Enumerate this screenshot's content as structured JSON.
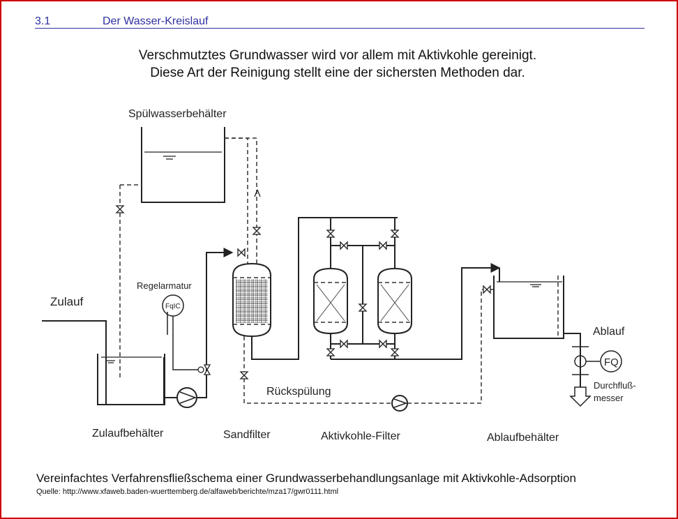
{
  "header": {
    "section_number": "3.1",
    "section_title": "Der Wasser-Kreislauf"
  },
  "intro": {
    "line1": "Verschmutztes Grundwasser wird vor allem mit Aktivkohle gereinigt.",
    "line2": "Diese Art der Reinigung stellt eine der sichersten Methoden dar."
  },
  "diagram": {
    "labels": {
      "spuelwasser": "Spülwasserbehälter",
      "regelarmatur": "Regelarmatur",
      "fqic": "FqIC",
      "zulauf": "Zulauf",
      "zulaufbehaelter": "Zulaufbehälter",
      "sandfilter": "Sandfilter",
      "aktivkohle": "Aktivkohle-Filter",
      "ablaufbehaelter": "Ablaufbehälter",
      "rueckspuelung": "Rückspülung",
      "ablauf": "Ablauf",
      "fq": "FQ",
      "durchfluss1": "Durchfluß-",
      "durchfluss2": "messer"
    }
  },
  "caption": "Vereinfachtes Verfahrensfließschema einer Grundwasserbehandlungsanlage mit Aktivkohle-Adsorption",
  "source": "Quelle: http://www.xfaweb.baden-wuerttemberg.de/alfaweb/berichte/mza17/gwr0111.html",
  "colors": {
    "border": "#cc0000",
    "header": "#2f2fa0",
    "ink": "#222222"
  }
}
